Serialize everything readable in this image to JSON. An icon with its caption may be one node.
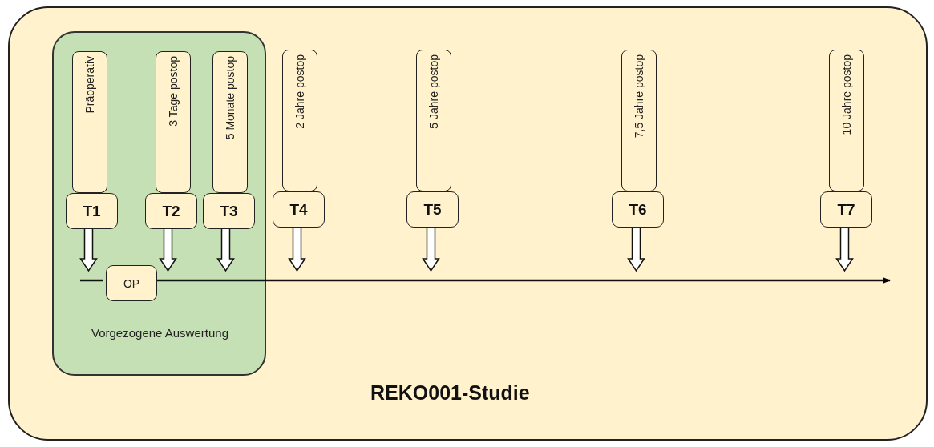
{
  "diagram": {
    "nodes": [
      {
        "text": [
          "REKO001-Studie"
        ]
      },
      {
        "text": [
          "Vorgezogene Auswertung"
        ],
        "in": 0
      },
      {
        "text": [
          "Präoperativ"
        ],
        "in": 1
      },
      {
        "text": [
          "T1"
        ],
        "in": 1
      },
      {
        "text": [
          "3 Tage postop"
        ],
        "in": 1
      },
      {
        "text": [
          "T2"
        ],
        "in": 1
      },
      {
        "text": [
          "5 Monate postop"
        ],
        "in": 1
      },
      {
        "text": [
          "T3"
        ],
        "in": 1
      },
      {
        "text": [
          "2 Jahre postop"
        ],
        "in": 0
      },
      {
        "text": [
          "T4"
        ],
        "in": 0
      },
      {
        "text": [
          "5 Jahre postop"
        ],
        "in": 0
      },
      {
        "text": [
          "T5"
        ],
        "in": 0
      },
      {
        "text": [
          "7,5 Jahre postop"
        ],
        "in": 0
      },
      {
        "text": [
          "T6"
        ],
        "in": 0
      },
      {
        "text": [
          "10 Jahre postop"
        ],
        "in": 0
      },
      {
        "text": [
          "T7"
        ],
        "in": 0
      },
      {
        "text": [
          "OP"
        ],
        "in": 1
      }
    ],
    "edges": [
      {
        "from": 3,
        "to": null,
        "arrow": "to",
        "style": "thick"
      },
      {
        "from": 5,
        "to": null,
        "arrow": "to",
        "style": "thick"
      },
      {
        "from": 7,
        "to": null,
        "arrow": "to",
        "style": "thick"
      },
      {
        "from": 9,
        "to": null,
        "arrow": "to",
        "style": "thick"
      },
      {
        "from": 11,
        "to": null,
        "arrow": "to",
        "style": "thick"
      },
      {
        "from": 13,
        "to": null,
        "arrow": "to",
        "style": "thick"
      },
      {
        "from": 15,
        "to": null,
        "arrow": "to",
        "style": "thick"
      },
      {
        "from": null,
        "to": 16,
        "arrow": "none"
      },
      {
        "from": 16,
        "to": null,
        "arrow": "to"
      }
    ]
  }
}
